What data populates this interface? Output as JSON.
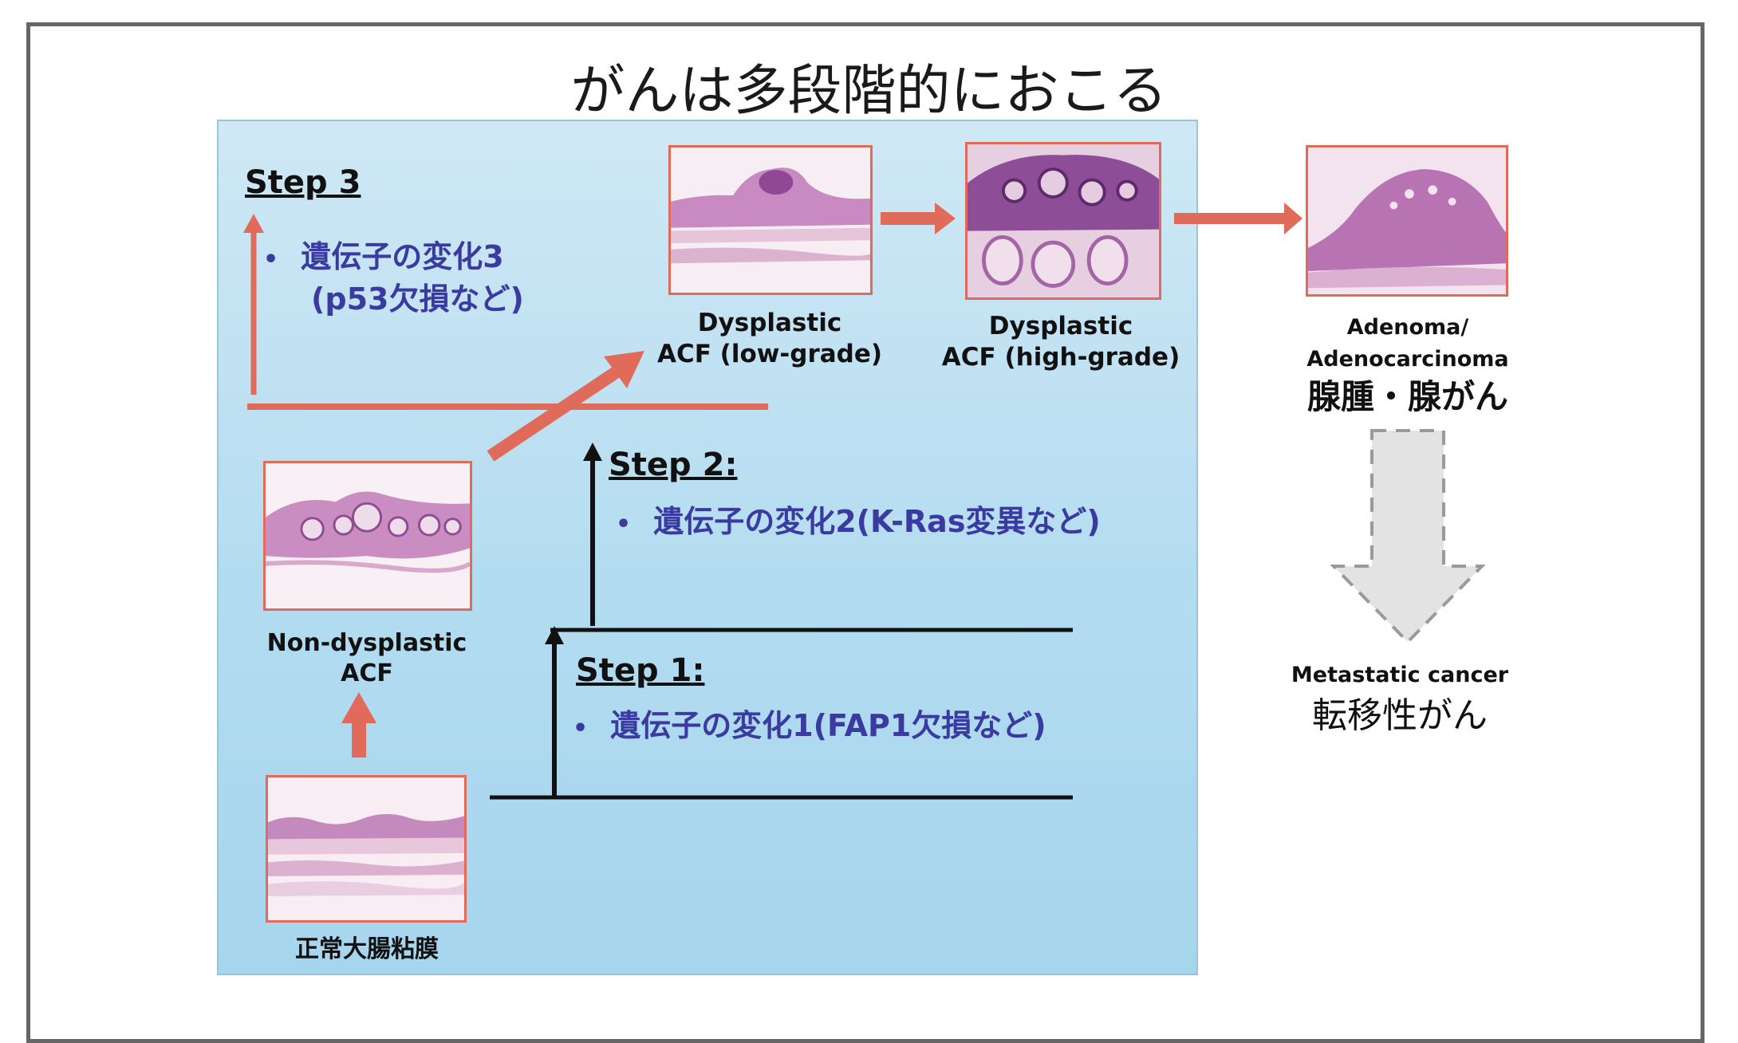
{
  "title": "がんは多段階的におこる",
  "stages": {
    "normal": {
      "label": "正常大腸粘膜"
    },
    "non_dysplastic": {
      "label_line1": "Non-dysplastic",
      "label_line2": "ACF"
    },
    "low_grade": {
      "label_line1": "Dysplastic",
      "label_line2": "ACF (low-grade)"
    },
    "high_grade": {
      "label_line1": "Dysplastic",
      "label_line2": "ACF (high-grade)"
    },
    "adenoma": {
      "label_line1": "Adenoma/",
      "label_line2": "Adenocarcinoma",
      "label_jp": "腺腫・腺がん"
    },
    "metastatic": {
      "label_en": "Metastatic cancer",
      "label_jp": "転移性がん"
    }
  },
  "steps": {
    "step1": {
      "title": "Step 1",
      "suffix": ":",
      "bullet": "•",
      "change": "遺伝子の変化1(FAP1欠損など)"
    },
    "step2": {
      "title": "Step 2",
      "suffix": ":",
      "bullet": "•",
      "change": "遺伝子の変化2(K-Ras変異など)"
    },
    "step3": {
      "title": "Step 3",
      "bullet": "•",
      "change_line1": "遺伝子の変化3",
      "change_line2": "(p53欠損など)"
    }
  },
  "colors": {
    "arrow_red": "#e06b5a",
    "change_text": "#3a3aa0",
    "panel_bg": "#b3dcf0",
    "dashed_arrow_fill": "#e3e3e3"
  }
}
